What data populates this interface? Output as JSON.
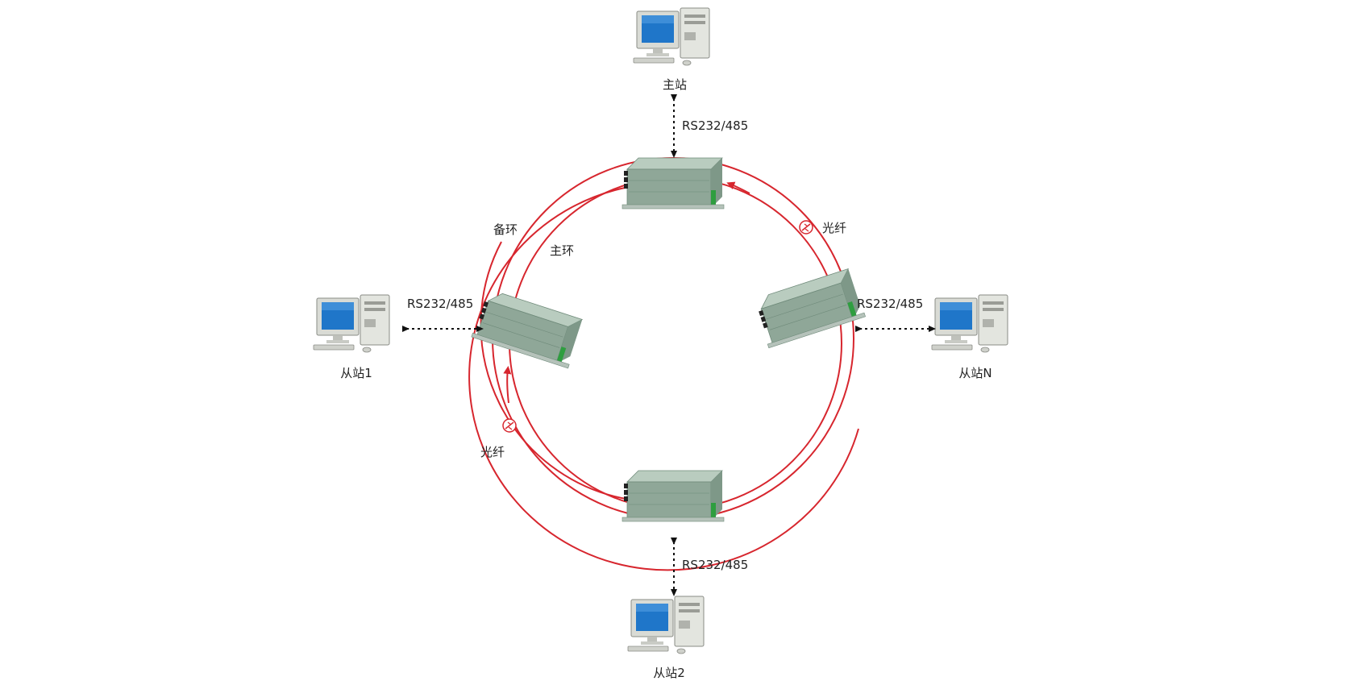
{
  "labels": {
    "master": "主站",
    "slave1": "从站1",
    "slave2": "从站2",
    "slaveN": "从站N",
    "rs_top": "RS232/485",
    "rs_left": "RS232/485",
    "rs_right": "RS232/485",
    "rs_bottom": "RS232/485",
    "backup_ring": "备环",
    "main_ring": "主环",
    "fiber_right": "光纤",
    "fiber_left": "光纤"
  },
  "colors": {
    "ring": "#d7262e",
    "device_body": "#9fb5a8",
    "device_top": "#b9ccbf",
    "device_edge": "#6f8a7a",
    "device_green": "#2e9e3f",
    "arrow": "#111111",
    "monitor_screen": "#1f76c9"
  },
  "icons": {
    "computer": "desktop-computer-icon",
    "converter": "fiber-converter-device-icon",
    "fiber_symbol": "fiber-break-symbol-icon"
  }
}
